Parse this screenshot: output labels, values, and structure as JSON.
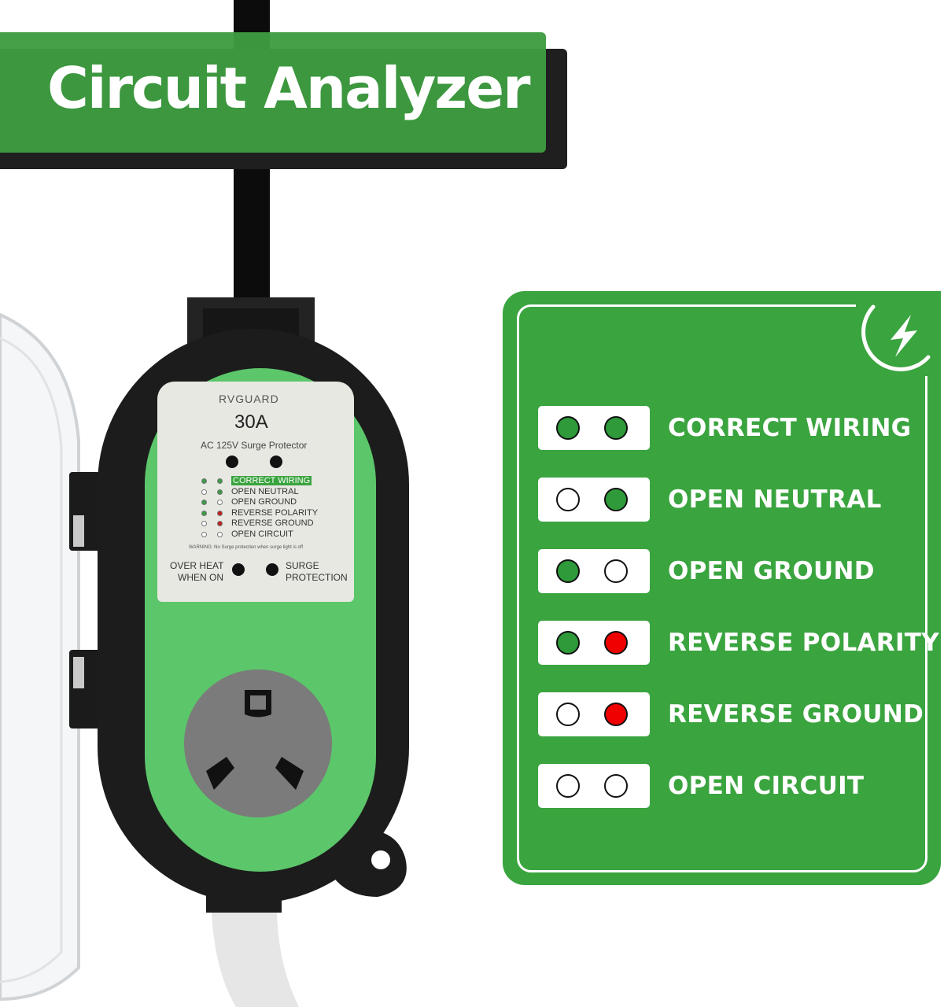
{
  "banner": {
    "title": "Circuit Analyzer"
  },
  "device": {
    "brand": "RVGUARD",
    "amperage": "30A",
    "subtitle": "AC 125V Surge Protector",
    "indicators": [
      "CORRECT WIRING",
      "OPEN NEUTRAL",
      "OPEN GROUND",
      "REVERSE POLARITY",
      "REVERSE GROUND",
      "OPEN CIRCUIT"
    ],
    "warning": "WARNING: No Surge protection when surge light is off",
    "overheat_line1": "OVER HEAT",
    "overheat_line2": "WHEN ON",
    "surge_line1": "SURGE",
    "surge_line2": "PROTECTION"
  },
  "legend": {
    "icon": "lightning-bolt-icon",
    "colors": {
      "green": "#2e9a3a",
      "red": "#f00000",
      "off": "#ffffff"
    },
    "rows": [
      {
        "label": "CORRECT WIRING",
        "led1": "green",
        "led2": "green"
      },
      {
        "label": "OPEN NEUTRAL",
        "led1": "off",
        "led2": "green"
      },
      {
        "label": "OPEN GROUND",
        "led1": "green",
        "led2": "off"
      },
      {
        "label": "REVERSE POLARITY",
        "led1": "green",
        "led2": "red"
      },
      {
        "label": "REVERSE GROUND",
        "led1": "off",
        "led2": "red"
      },
      {
        "label": "OPEN CIRCUIT",
        "led1": "off",
        "led2": "off"
      }
    ]
  }
}
